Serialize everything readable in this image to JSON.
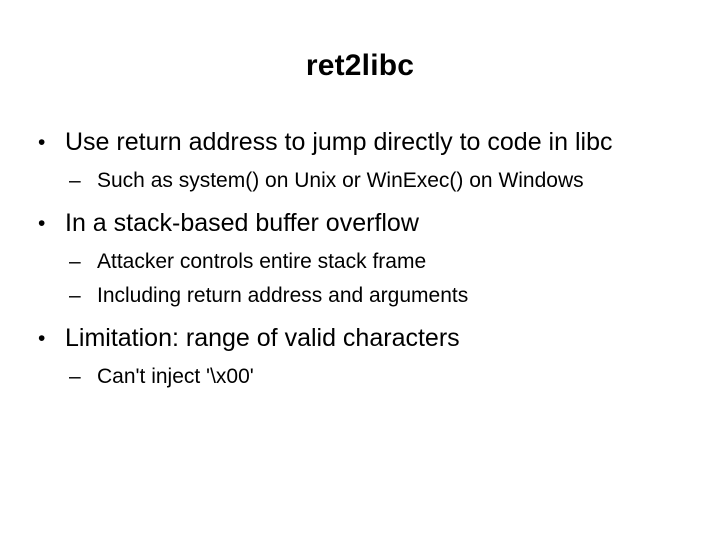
{
  "slide": {
    "title": "ret2libc",
    "background_color": "#ffffff",
    "text_color": "#000000",
    "bullet_marker": "•",
    "sub_bullet_marker": "–",
    "content": [
      {
        "level": 1,
        "text": "Use return address to jump directly to code in libc"
      },
      {
        "level": 2,
        "text": "Such as system() on Unix or WinExec() on Windows"
      },
      {
        "level": 1,
        "text": "In a stack-based buffer overflow"
      },
      {
        "level": 2,
        "text": "Attacker controls entire stack frame"
      },
      {
        "level": 2,
        "text": "Including return address and arguments"
      },
      {
        "level": 1,
        "text": "Limitation: range of valid characters"
      },
      {
        "level": 2,
        "text": "Can't inject '\\x00'"
      }
    ]
  }
}
